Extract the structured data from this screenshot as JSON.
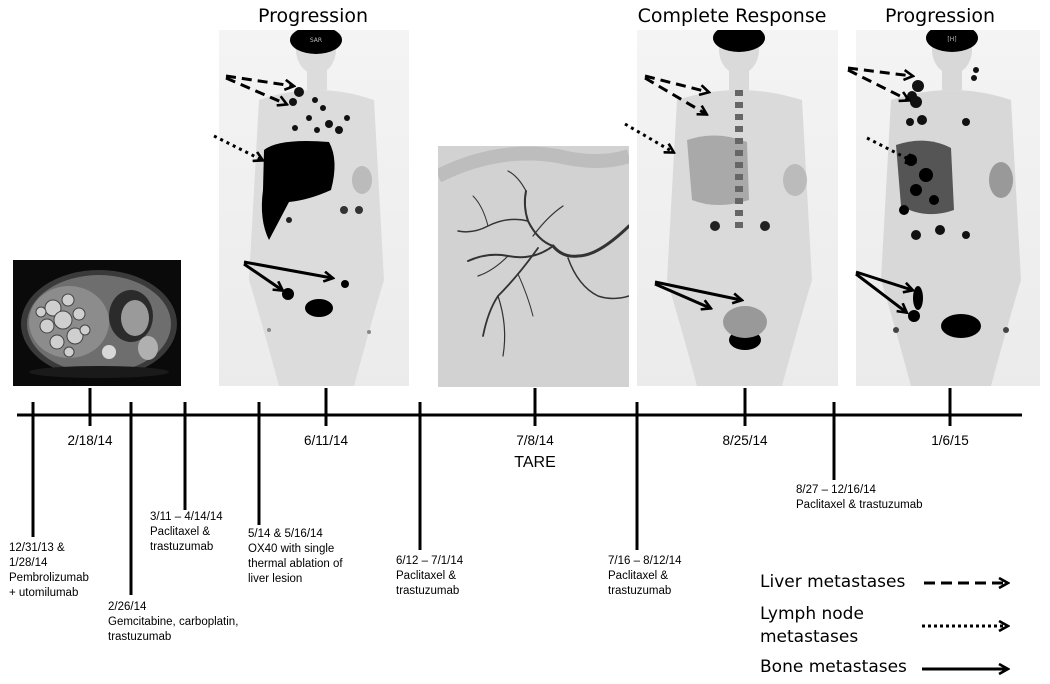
{
  "headings": {
    "progression_1": "Progression",
    "complete_response": "Complete Response",
    "progression_2": "Progression"
  },
  "timeline": {
    "dates": [
      "2/18/14",
      "6/11/14",
      "7/8/14",
      "8/25/14",
      "1/6/15"
    ],
    "tare_label": "TARE"
  },
  "treatments": [
    {
      "lines": [
        "12/31/13 &",
        "1/28/14",
        "Pembrolizumab",
        "+ utomilumab"
      ]
    },
    {
      "lines": [
        "2/26/14",
        "Gemcitabine, carboplatin,",
        "trastuzumab"
      ]
    },
    {
      "lines": [
        "3/11 – 4/14/14",
        "Paclitaxel &",
        "trastuzumab"
      ]
    },
    {
      "lines": [
        "5/14 & 5/16/14",
        "OX40 with single",
        "thermal ablation of",
        "liver lesion"
      ]
    },
    {
      "lines": [
        "6/12 – 7/1/14",
        "Paclitaxel &",
        "trastuzumab"
      ]
    },
    {
      "lines": [
        "7/16 – 8/12/14",
        "Paclitaxel &",
        "trastuzumab"
      ]
    },
    {
      "lines": [
        "8/27 – 12/16/14",
        "Paclitaxel & trastuzumab"
      ]
    }
  ],
  "legend": {
    "liver": "Liver metastases",
    "lymph_1": "Lymph node",
    "lymph_2": "metastases",
    "bone": "Bone metastases"
  },
  "scan_labels": {
    "pet_1": "SAR",
    "pet_3": "[H]"
  }
}
